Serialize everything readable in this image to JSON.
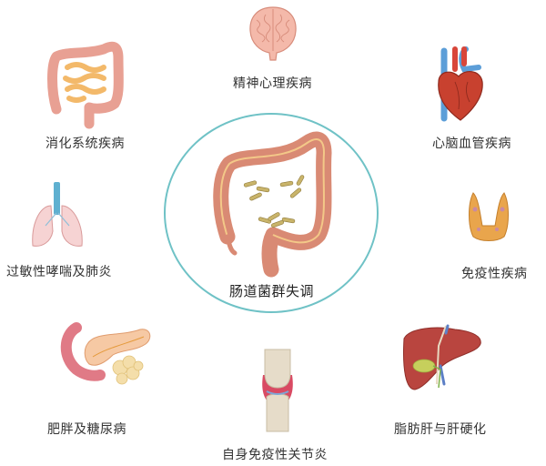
{
  "center": {
    "label": "肠道菌群失调",
    "icon": "colon-with-bacteria-icon",
    "ring_color": "#6fc2c6"
  },
  "nodes": [
    {
      "id": "mental",
      "label": "精神心理疾病",
      "icon": "brain-icon"
    },
    {
      "id": "digestive",
      "label": "消化系统疾病",
      "icon": "intestines-icon"
    },
    {
      "id": "cardio",
      "label": "心脑血管疾病",
      "icon": "heart-icon"
    },
    {
      "id": "allergy",
      "label": "过敏性哮喘及肺炎",
      "icon": "lungs-icon"
    },
    {
      "id": "immune",
      "label": "免疫性疾病",
      "icon": "thyroid-icon"
    },
    {
      "id": "metabolic",
      "label": "肥胖及糖尿病",
      "icon": "pancreas-icon"
    },
    {
      "id": "arthritis",
      "label": "自身免疫性关节炎",
      "icon": "joint-icon"
    },
    {
      "id": "liver",
      "label": "脂肪肝与肝硬化",
      "icon": "liver-icon"
    }
  ]
}
